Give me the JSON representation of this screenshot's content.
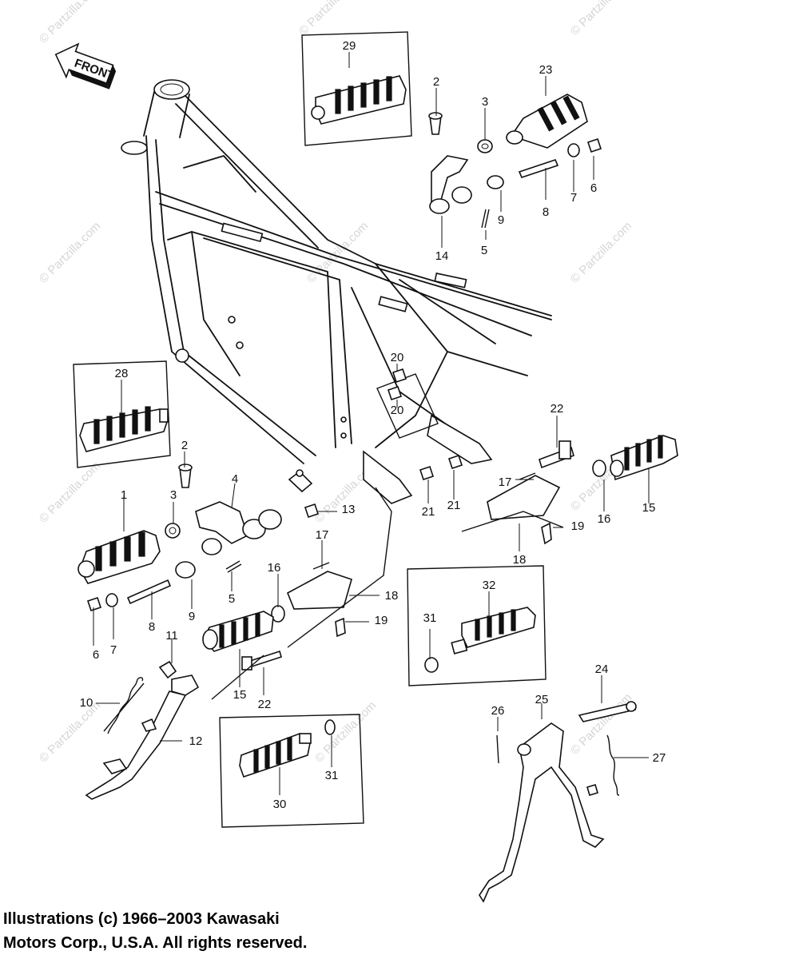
{
  "front_sign": "FRONT",
  "watermark": "© Partzilla.com",
  "copyright": {
    "line1": "Illustrations (c) 1966–2003 Kawasaki",
    "line2": "Motors Corp., U.S.A.  All rights reserved."
  },
  "callouts": [
    "29",
    "2",
    "3",
    "23",
    "8",
    "7",
    "6",
    "14",
    "5",
    "9",
    "28",
    "20",
    "20",
    "22",
    "17",
    "15",
    "16",
    "1",
    "4",
    "3",
    "2",
    "13",
    "21",
    "21",
    "19",
    "18",
    "17",
    "16",
    "18",
    "19",
    "32",
    "31",
    "5",
    "9",
    "8",
    "7",
    "6",
    "11",
    "15",
    "22",
    "10",
    "12",
    "24",
    "25",
    "26",
    "27",
    "31",
    "30"
  ]
}
